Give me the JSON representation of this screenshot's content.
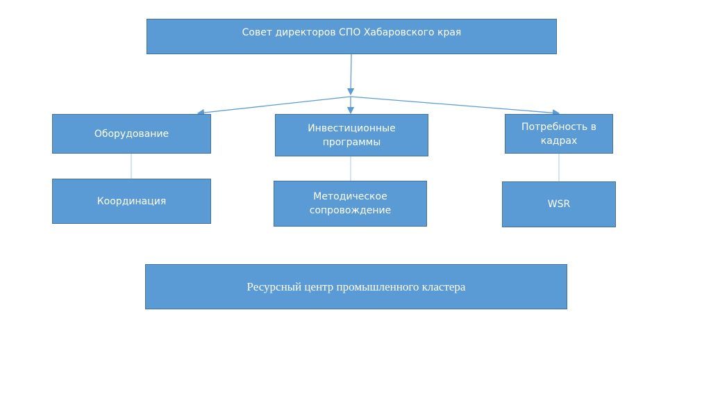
{
  "diagram": {
    "root": "Совет директоров СПО Хабаровского края",
    "level1": [
      "Оборудование",
      "Инвестиционные программы",
      "Потребность в кадрах"
    ],
    "level2": [
      "Координация",
      "Методическое сопровождение",
      "WSR"
    ],
    "bottom": "Ресурсный центр промышленного кластера"
  },
  "colors": {
    "box_fill": "#5b9bd5",
    "box_border": "#41719c",
    "connector": "#5b9bd5",
    "sub_connector": "#a9c4e4"
  }
}
